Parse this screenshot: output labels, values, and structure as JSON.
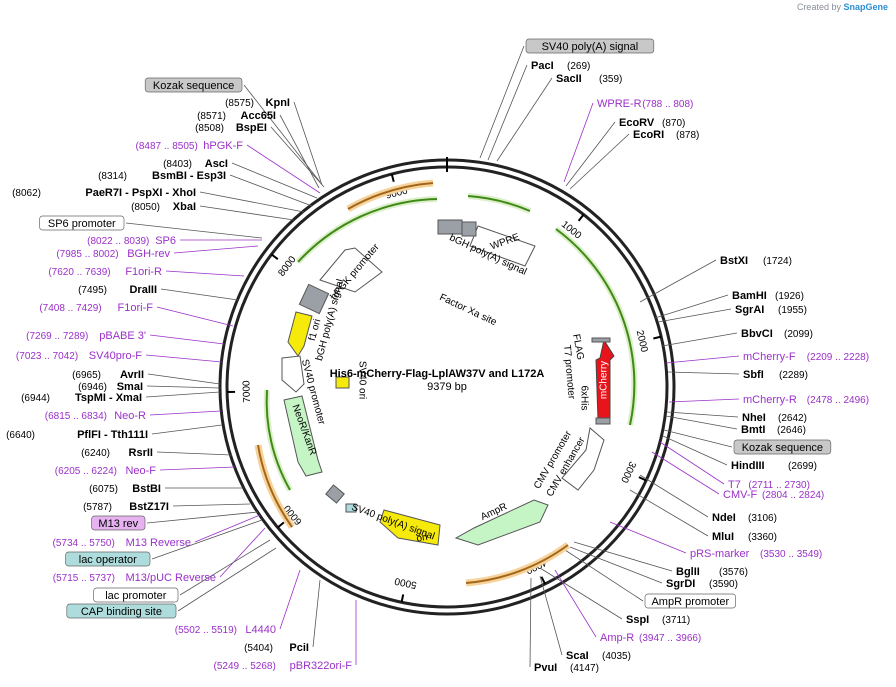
{
  "brand": {
    "prefix": "Created by",
    "name": "SnapGene"
  },
  "plasmid": {
    "name": "His6-mCherry-Flag-LplAW37V and L172A",
    "length": "9379 bp"
  },
  "ticks": [
    {
      "label": "1000",
      "pos": 1000
    },
    {
      "label": "2000",
      "pos": 2000
    },
    {
      "label": "3000",
      "pos": 3000
    },
    {
      "label": "4000",
      "pos": 4000
    },
    {
      "label": "5000",
      "pos": 5000
    },
    {
      "label": "6000",
      "pos": 6000
    },
    {
      "label": "7000",
      "pos": 7000
    },
    {
      "label": "8000",
      "pos": 8000
    },
    {
      "label": "9000",
      "pos": 9000
    }
  ],
  "colors": {
    "primer": "#9b30c9",
    "enzyme": "#000000",
    "feature_green": "#57a32a",
    "feature_orange": "#e39b2b",
    "mcherry": "#e8141b",
    "ori": "#f5ea0a",
    "ampr": "#c5f5c5",
    "gray_box": "#9aa0a6",
    "teal_label": "#aedcdc",
    "lilac_label": "#e6b3f0"
  },
  "labels": {
    "right": [
      {
        "kind": "boxlabel_gray",
        "text": "SV40 poly(A) signal"
      },
      {
        "kind": "enzyme",
        "name": "PacI",
        "num": "(269)"
      },
      {
        "kind": "enzyme",
        "name": "SacII",
        "num": "(359)"
      },
      {
        "kind": "primer",
        "name": "WPRE-R",
        "num": "(788 .. 808)"
      },
      {
        "kind": "enzyme",
        "name": "EcoRV",
        "num": "(870)"
      },
      {
        "kind": "enzyme",
        "name": "EcoRI",
        "num": "(878)"
      },
      {
        "kind": "enzyme",
        "name": "BstXI",
        "num": "(1724)"
      },
      {
        "kind": "enzyme",
        "name": "BamHI",
        "num": "(1926)"
      },
      {
        "kind": "enzyme",
        "name": "SgrAI",
        "num": "(1955)"
      },
      {
        "kind": "enzyme",
        "name": "BbvCI",
        "num": "(2099)"
      },
      {
        "kind": "primer",
        "name": "mCherry-F",
        "num": "(2209 .. 2228)"
      },
      {
        "kind": "enzyme",
        "name": "SbfI",
        "num": "(2289)"
      },
      {
        "kind": "primer",
        "name": "mCherry-R",
        "num": "(2478 .. 2496)"
      },
      {
        "kind": "enzyme",
        "name": "NheI",
        "num": "(2642)"
      },
      {
        "kind": "enzyme",
        "name": "BmtI",
        "num": "(2646)"
      },
      {
        "kind": "boxlabel_gray",
        "text": "Kozak sequence"
      },
      {
        "kind": "enzyme",
        "name": "HindIII",
        "num": "(2699)"
      },
      {
        "kind": "primer",
        "name": "T7",
        "num": "(2711 .. 2730)"
      },
      {
        "kind": "primer",
        "name": "CMV-F",
        "num": "(2804 .. 2824)"
      },
      {
        "kind": "enzyme",
        "name": "NdeI",
        "num": "(3106)"
      },
      {
        "kind": "enzyme",
        "name": "MluI",
        "num": "(3360)"
      },
      {
        "kind": "primer",
        "name": "pRS-marker",
        "num": "(3530 .. 3549)"
      },
      {
        "kind": "enzyme",
        "name": "BglII",
        "num": "(3576)"
      },
      {
        "kind": "enzyme",
        "name": "SgrDI",
        "num": "(3590)"
      },
      {
        "kind": "boxlabel_white",
        "text": "AmpR promoter"
      },
      {
        "kind": "enzyme",
        "name": "SspI",
        "num": "(3711)"
      },
      {
        "kind": "primer",
        "name": "Amp-R",
        "num": "(3947 .. 3966)"
      },
      {
        "kind": "enzyme",
        "name": "ScaI",
        "num": "(4035)"
      },
      {
        "kind": "enzyme",
        "name": "PvuI",
        "num": "(4147)"
      }
    ],
    "left": [
      {
        "kind": "boxlabel_gray",
        "text": "Kozak sequence"
      },
      {
        "kind": "enzyme",
        "name": "KpnI",
        "num": "(8575)"
      },
      {
        "kind": "enzyme",
        "name": "Acc65I",
        "num": "(8571)"
      },
      {
        "kind": "enzyme",
        "name": "BspEI",
        "num": "(8508)"
      },
      {
        "kind": "primer",
        "name": "hPGK-F",
        "num": "(8487 .. 8505)"
      },
      {
        "kind": "enzyme",
        "name": "AscI",
        "num": "(8403)"
      },
      {
        "kind": "enzyme",
        "name": "BsmBI - Esp3I",
        "num": "(8314)"
      },
      {
        "kind": "enzyme",
        "name": "PaeR7I - PspXI - XhoI",
        "num": "(8062)"
      },
      {
        "kind": "enzyme",
        "name": "XbaI",
        "num": "(8050)"
      },
      {
        "kind": "boxlabel_white",
        "text": "SP6 promoter"
      },
      {
        "kind": "primer",
        "name": "SP6",
        "num": "(8022 .. 8039)"
      },
      {
        "kind": "primer",
        "name": "BGH-rev",
        "num": "(7985 .. 8002)"
      },
      {
        "kind": "primer",
        "name": "F1ori-R",
        "num": "(7620 .. 7639)"
      },
      {
        "kind": "enzyme",
        "name": "DraIII",
        "num": "(7495)"
      },
      {
        "kind": "primer",
        "name": "F1ori-F",
        "num": "(7408 .. 7429)"
      },
      {
        "kind": "primer",
        "name": "pBABE 3'",
        "num": "(7269 .. 7289)"
      },
      {
        "kind": "primer",
        "name": "SV40pro-F",
        "num": "(7023 .. 7042)"
      },
      {
        "kind": "enzyme",
        "name": "AvrII",
        "num": "(6965)"
      },
      {
        "kind": "enzyme",
        "name": "SmaI",
        "num": "(6946)"
      },
      {
        "kind": "enzyme",
        "name": "TspMI - XmaI",
        "num": "(6944)"
      },
      {
        "kind": "primer",
        "name": "Neo-R",
        "num": "(6815 .. 6834)"
      },
      {
        "kind": "enzyme",
        "name": "PflFI - Tth111I",
        "num": "(6640)"
      },
      {
        "kind": "enzyme",
        "name": "RsrII",
        "num": "(6240)"
      },
      {
        "kind": "primer",
        "name": "Neo-F",
        "num": "(6205 .. 6224)"
      },
      {
        "kind": "enzyme",
        "name": "BstBI",
        "num": "(6075)"
      },
      {
        "kind": "enzyme",
        "name": "BstZ17I",
        "num": "(5787)"
      },
      {
        "kind": "boxlabel_lilac",
        "text": "M13 rev"
      },
      {
        "kind": "primer",
        "name": "M13 Reverse",
        "num": "(5734 .. 5750)"
      },
      {
        "kind": "boxlabel_teal",
        "text": "lac operator"
      },
      {
        "kind": "primer",
        "name": "M13/pUC Reverse",
        "num": "(5715 .. 5737)"
      },
      {
        "kind": "boxlabel_white",
        "text": "lac promoter"
      },
      {
        "kind": "boxlabel_teal",
        "text": "CAP binding site"
      },
      {
        "kind": "primer",
        "name": "L4440",
        "num": "(5502 .. 5519)"
      },
      {
        "kind": "enzyme",
        "name": "PciI",
        "num": "(5404)"
      },
      {
        "kind": "primer",
        "name": "pBR322ori-F",
        "num": "(5249 .. 5268)"
      }
    ]
  },
  "features_inner": [
    {
      "name": "WPRE"
    },
    {
      "name": "bGH poly(A) signal"
    },
    {
      "name": "Factor Xa site"
    },
    {
      "name": "FLAG"
    },
    {
      "name": "T7 promoter"
    },
    {
      "name": "mCherry"
    },
    {
      "name": "6xHis"
    },
    {
      "name": "CMV promoter"
    },
    {
      "name": "CMV enhancer"
    },
    {
      "name": "AmpR"
    },
    {
      "name": "ori"
    },
    {
      "name": "SV40 poly(A) signal"
    },
    {
      "name": "NeoR/KanR"
    },
    {
      "name": "SV40 promoter"
    },
    {
      "name": "SV40 ori"
    },
    {
      "name": "f1 ori"
    },
    {
      "name": "bGH poly(A) signal"
    },
    {
      "name": "hPGK promoter"
    }
  ]
}
